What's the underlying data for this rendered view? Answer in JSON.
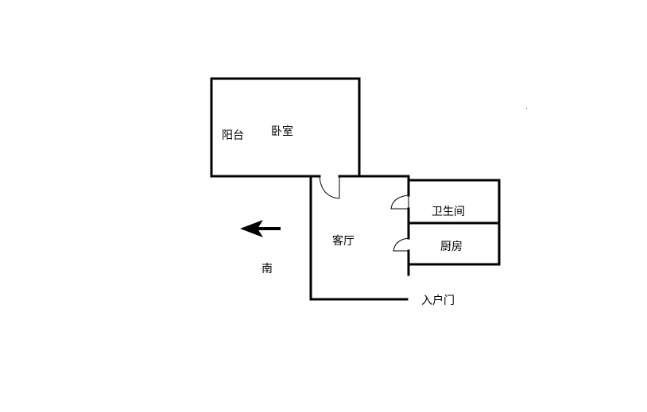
{
  "rooms": {
    "balcony": "阳台",
    "bedroom": "卧室",
    "living_room": "客厅",
    "bathroom": "卫生间",
    "kitchen": "厨房"
  },
  "entrance_label": "入户门",
  "compass": {
    "label": "南",
    "arrow_direction": "left",
    "icon": "arrow-left-icon"
  },
  "colors": {
    "wall": "#000000",
    "background": "#ffffff"
  }
}
